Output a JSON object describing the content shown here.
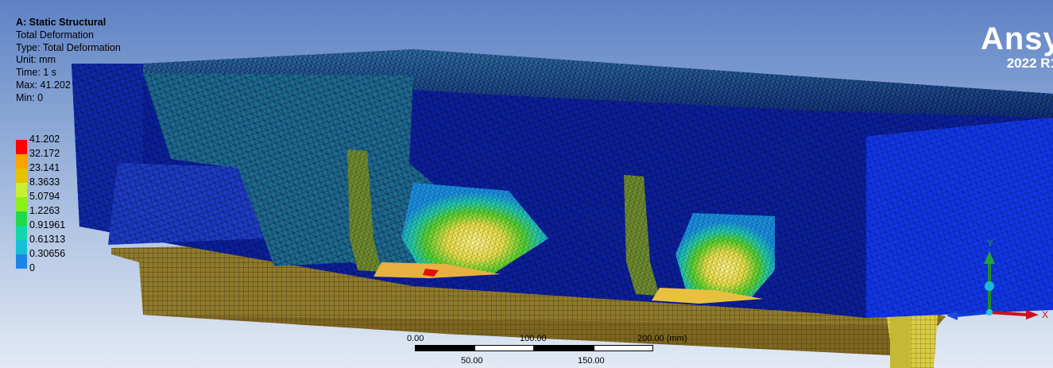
{
  "info": {
    "title": "A: Static Structural",
    "result": "Total Deformation",
    "type": "Type: Total Deformation",
    "unit": "Unit: mm",
    "time": "Time: 1 s",
    "max": "Max: 41.202",
    "min": "Min: 0"
  },
  "legend": {
    "labels": [
      "41.202",
      "32.172",
      "23.141",
      "8.3633",
      "5.0794",
      "1.2263",
      "0.91961",
      "0.61313",
      "0.30656",
      "0"
    ],
    "colors": [
      "#ff0000",
      "#ffa200",
      "#e6c200",
      "#c8f032",
      "#8cf018",
      "#1fdb4a",
      "#12d6a8",
      "#16bfd6",
      "#1a86e8",
      "#0000f0"
    ]
  },
  "brand": {
    "name": "Ansys",
    "version": "2022 R1"
  },
  "scale": {
    "upper_ticks": [
      "0.00",
      "100.00",
      "200.00 (mm)"
    ],
    "lower_ticks": [
      "50.00",
      "150.00"
    ]
  },
  "triad": {
    "x_label": "X",
    "y_label": "Y"
  },
  "colors": {
    "mesh_blue": "#0f2fb0",
    "mesh_teal": "#1e6e8c",
    "plate_olive": "#8a7428",
    "triad_red": "#c0102a",
    "triad_green": "#2a8a2a"
  }
}
